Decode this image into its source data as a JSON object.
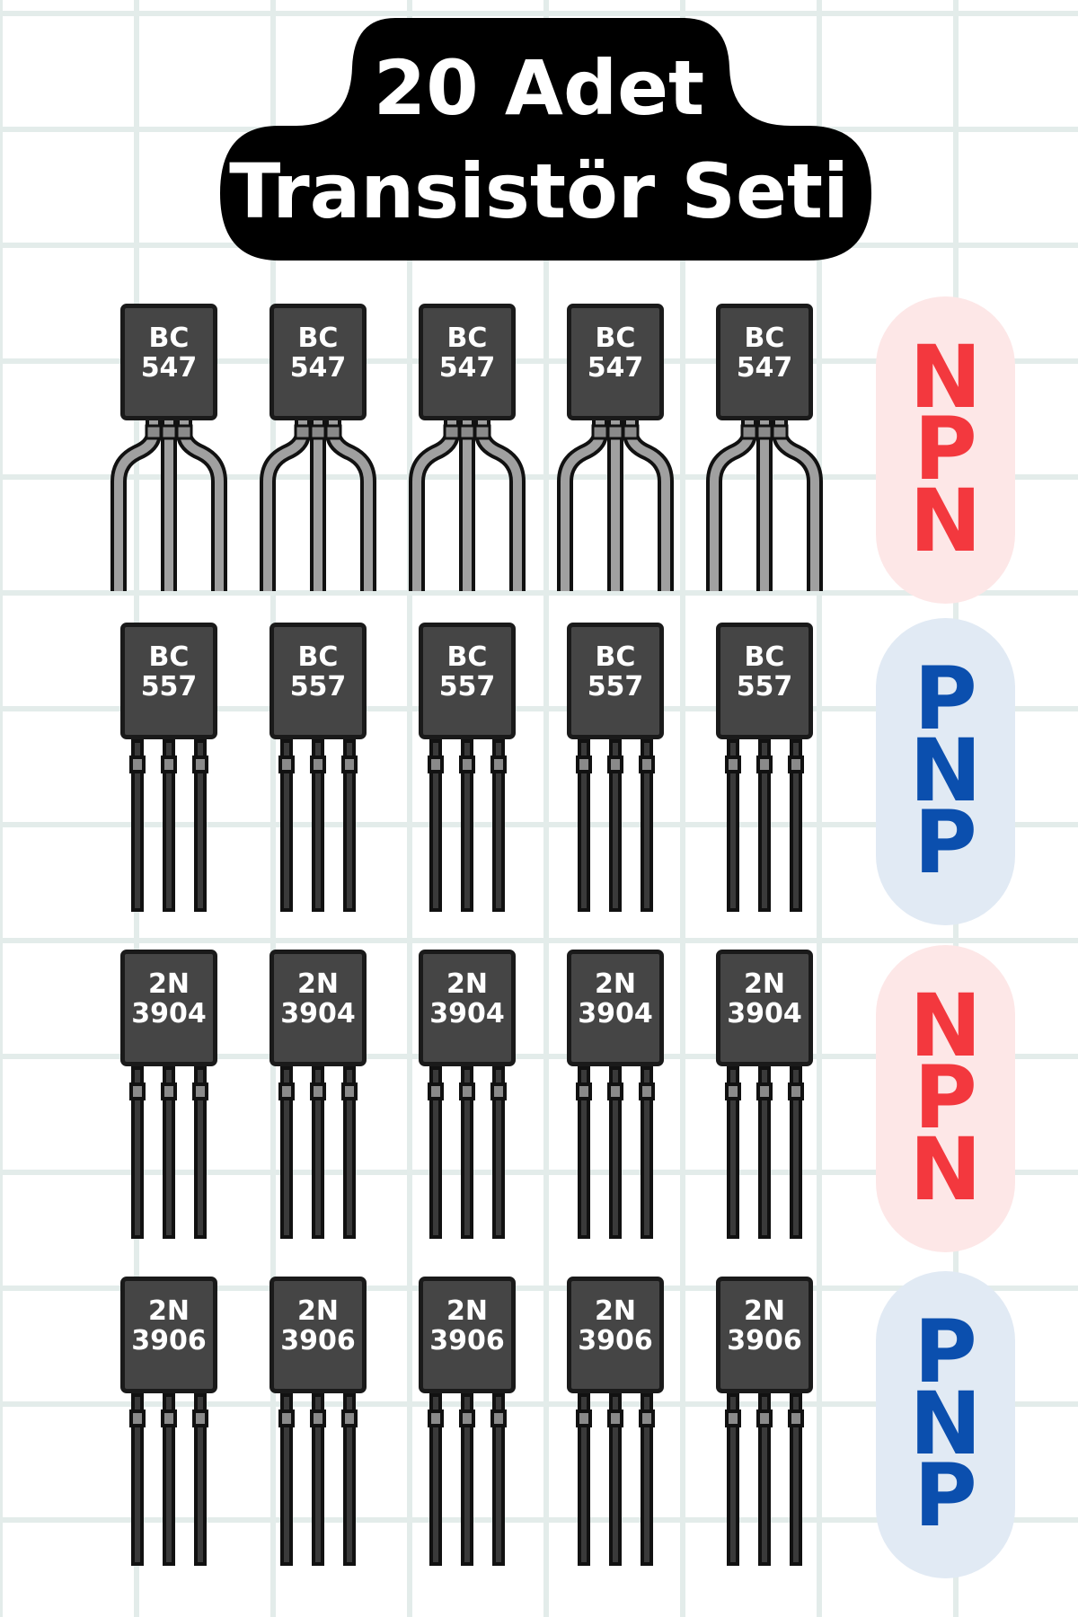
{
  "title": {
    "line1": "20 Adet",
    "line2": "Transistör Seti"
  },
  "rows": [
    {
      "label_line1": "BC",
      "label_line2": "547",
      "legs": "bent",
      "type_letters": [
        "N",
        "P",
        "N"
      ],
      "type_color": "#f3383e",
      "items": [
        {
          "n": 1
        },
        {
          "n": 2
        },
        {
          "n": 3
        },
        {
          "n": 4
        },
        {
          "n": 5
        }
      ]
    },
    {
      "label_line1": "BC",
      "label_line2": "557",
      "legs": "straight",
      "type_letters": [
        "P",
        "N",
        "P"
      ],
      "type_color": "#0b4fae",
      "items": [
        {
          "n": 1
        },
        {
          "n": 2
        },
        {
          "n": 3
        },
        {
          "n": 4
        },
        {
          "n": 5
        }
      ]
    },
    {
      "label_line1": "2N",
      "label_line2": "3904",
      "legs": "straight",
      "type_letters": [
        "N",
        "P",
        "N"
      ],
      "type_color": "#f3383e",
      "items": [
        {
          "n": 1
        },
        {
          "n": 2
        },
        {
          "n": 3
        },
        {
          "n": 4
        },
        {
          "n": 5
        }
      ]
    },
    {
      "label_line1": "2N",
      "label_line2": "3906",
      "legs": "straight",
      "type_letters": [
        "P",
        "N",
        "P"
      ],
      "type_color": "#0b4fae",
      "items": [
        {
          "n": 1
        },
        {
          "n": 2
        },
        {
          "n": 3
        },
        {
          "n": 4
        },
        {
          "n": 5
        }
      ]
    }
  ],
  "colors": {
    "background": "#ffffff",
    "grid": "#e3ecea",
    "title_bg": "#000000",
    "title_text": "#ffffff",
    "body": "#454545",
    "lead": "#a0a0a0",
    "npn": "#f3383e",
    "npn_pill": "#fde7e7",
    "pnp": "#0b4fae",
    "pnp_pill": "#e1eaf4"
  }
}
